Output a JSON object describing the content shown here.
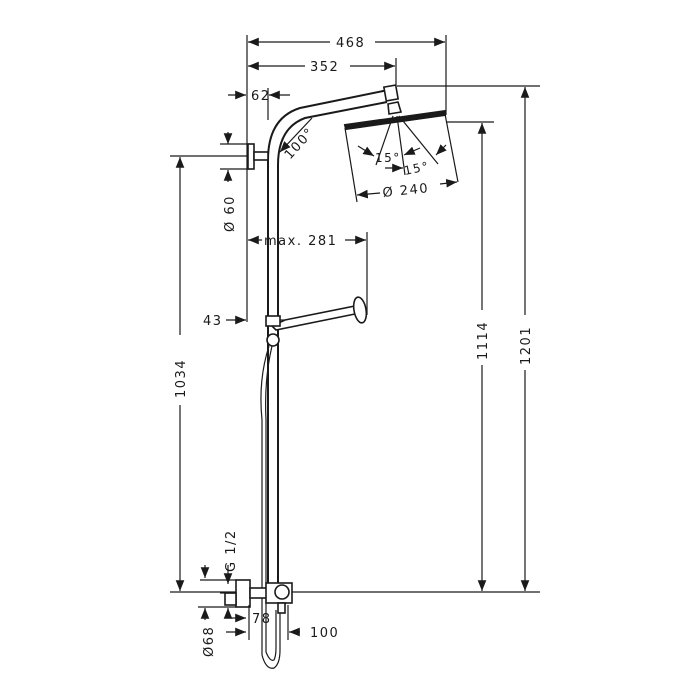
{
  "drawing": {
    "title": "Shower system dimension drawing",
    "dimensions": {
      "overall_width": "468",
      "arm_projection": "352",
      "wall_offset": "62",
      "arm_angle": "100°",
      "spray_angle_left": "15°",
      "spray_angle_right": "15°",
      "head_diameter": "Ø 240",
      "wall_mount_diameter": "Ø 60",
      "hand_shower_reach": "max. 281",
      "rail_offset": "43",
      "mount_height": "1034",
      "head_plate_height": "1114",
      "total_height": "1201",
      "connection_thread": "G 1/2",
      "mixer_diameter": "Ø68",
      "mixer_depth": "78",
      "mixer_projection": "100"
    }
  }
}
